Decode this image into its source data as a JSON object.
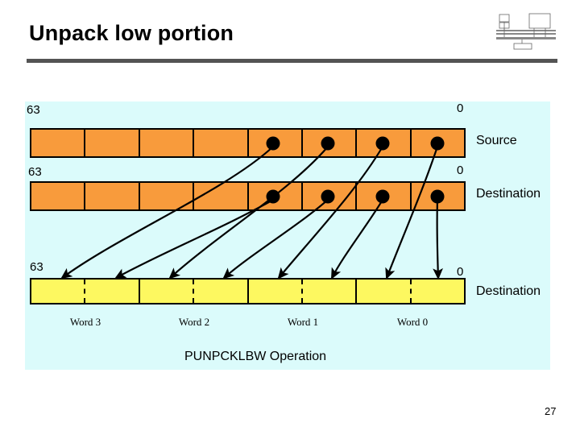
{
  "slide": {
    "title": "Unpack low portion",
    "page_number": "27",
    "caption": "PUNPCKLBW Operation",
    "logo_name": "cpu-block-diagram-logo"
  },
  "colors": {
    "panel_background": "#dbfbfb",
    "source_fill": "#f89b3c",
    "destination_fill": "#f89b3c",
    "result_fill": "#fdf860",
    "rule": "#545454",
    "outline": "#000000"
  },
  "registers": [
    {
      "id": "source",
      "label": "Source",
      "msb_label": "63",
      "lsb_label": "0",
      "fill": "#f89b3c",
      "cell_count": 8,
      "cells": [
        {
          "index": 7,
          "marked": false
        },
        {
          "index": 6,
          "marked": false
        },
        {
          "index": 5,
          "marked": false
        },
        {
          "index": 4,
          "marked": false
        },
        {
          "index": 3,
          "marked": true
        },
        {
          "index": 2,
          "marked": true
        },
        {
          "index": 1,
          "marked": true
        },
        {
          "index": 0,
          "marked": true
        }
      ]
    },
    {
      "id": "destination",
      "label": "Destination",
      "msb_label": "63",
      "lsb_label": "0",
      "fill": "#f89b3c",
      "cell_count": 8,
      "cells": [
        {
          "index": 7,
          "marked": false
        },
        {
          "index": 6,
          "marked": false
        },
        {
          "index": 5,
          "marked": false
        },
        {
          "index": 4,
          "marked": false
        },
        {
          "index": 3,
          "marked": true
        },
        {
          "index": 2,
          "marked": true
        },
        {
          "index": 1,
          "marked": true
        },
        {
          "index": 0,
          "marked": true
        }
      ]
    },
    {
      "id": "result",
      "label": "Destination",
      "msb_label": "63",
      "lsb_label": "0",
      "fill": "#fdf860",
      "cell_count": 8,
      "cells": [
        {
          "index": 7,
          "divider_right": "dashed",
          "source_row": "source"
        },
        {
          "index": 6,
          "divider_right": "solid",
          "source_row": "destination"
        },
        {
          "index": 5,
          "divider_right": "dashed",
          "source_row": "source"
        },
        {
          "index": 4,
          "divider_right": "solid",
          "source_row": "destination"
        },
        {
          "index": 3,
          "divider_right": "dashed",
          "source_row": "source"
        },
        {
          "index": 2,
          "divider_right": "solid",
          "source_row": "destination"
        },
        {
          "index": 1,
          "divider_right": "dashed",
          "source_row": "source"
        },
        {
          "index": 0,
          "divider_right": "none",
          "source_row": "destination"
        }
      ]
    }
  ],
  "word_labels": [
    "Word 3",
    "Word 2",
    "Word 1",
    "Word 0"
  ],
  "mapping": [
    {
      "from": "source",
      "from_byte": 3,
      "to_byte": 7
    },
    {
      "from": "destination",
      "from_byte": 3,
      "to_byte": 6
    },
    {
      "from": "source",
      "from_byte": 2,
      "to_byte": 5
    },
    {
      "from": "destination",
      "from_byte": 2,
      "to_byte": 4
    },
    {
      "from": "source",
      "from_byte": 1,
      "to_byte": 3
    },
    {
      "from": "destination",
      "from_byte": 1,
      "to_byte": 2
    },
    {
      "from": "source",
      "from_byte": 0,
      "to_byte": 1
    },
    {
      "from": "destination",
      "from_byte": 0,
      "to_byte": 0
    }
  ]
}
